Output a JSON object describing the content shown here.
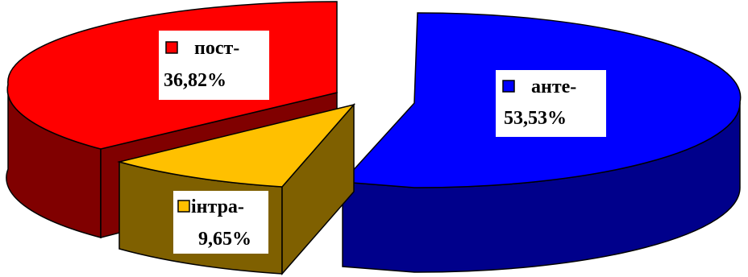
{
  "chart_data": {
    "type": "pie",
    "style": "3d-exploded",
    "slices": [
      {
        "name": "анте-",
        "value": 53.53,
        "value_label": "53,53%",
        "color": "#0000FF",
        "side_color": "#00008B"
      },
      {
        "name": "інтра-",
        "value": 9.65,
        "value_label": "9,65%",
        "color": "#FFC000",
        "side_color": "#7F6000"
      },
      {
        "name": "пост-",
        "value": 36.82,
        "value_label": "36,82%",
        "color": "#FF0000",
        "side_color": "#800000"
      }
    ],
    "legend": "inside-slices"
  }
}
